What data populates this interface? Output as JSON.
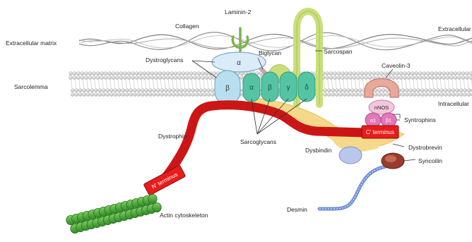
{
  "region_labels": {
    "extracellular_left": "Extracellular matrix",
    "extracellular_right": "Extracellular",
    "sarcolemma": "Sarcolemma",
    "intracellular_right": "Intracellular"
  },
  "proteins": {
    "collagen": "Collagen",
    "laminin": "Laminin-2",
    "biglycan": "Biglycan",
    "sarcospan": "Sarcospan",
    "dystroglycans": "Dystroglycans",
    "caveolin": "Caveolin-3",
    "nnos": "nNOS",
    "syntrophins": "Syntrophins",
    "dystrophin": "Dystrophin",
    "sarcoglycans": "Sarcoglycans",
    "dystrobrevin": "Dystrobrevin",
    "dysbindin": "Dysbindin",
    "syncoilin": "Syncoilin",
    "desmin": "Desmin",
    "actin": "Actin cytoskeleton"
  },
  "termini": {
    "c": "C' terminus",
    "n": "N' terminus"
  },
  "subunits": {
    "dg_alpha": "α",
    "dg_beta": "β",
    "sg_alpha": "α",
    "sg_beta": "β",
    "sg_gamma": "γ",
    "sg_delta": "δ",
    "syn_alpha": "α1",
    "syn_beta": "β1"
  },
  "colors": {
    "dystrophin": "#cc1616",
    "sarcoglycan": "#55c4a4",
    "dystroglycan": "#b8dff0",
    "sarcospan": "#c9df7a",
    "caveolin": "#e8a89a",
    "syntrophin": "#e377b8",
    "actin": "#4aa83a",
    "desmin": "#6f8fd6",
    "dystrobrevin": "#f5d98a",
    "syncoilin": "#9a3c2c",
    "dysbindin": "#b9c8ea"
  }
}
